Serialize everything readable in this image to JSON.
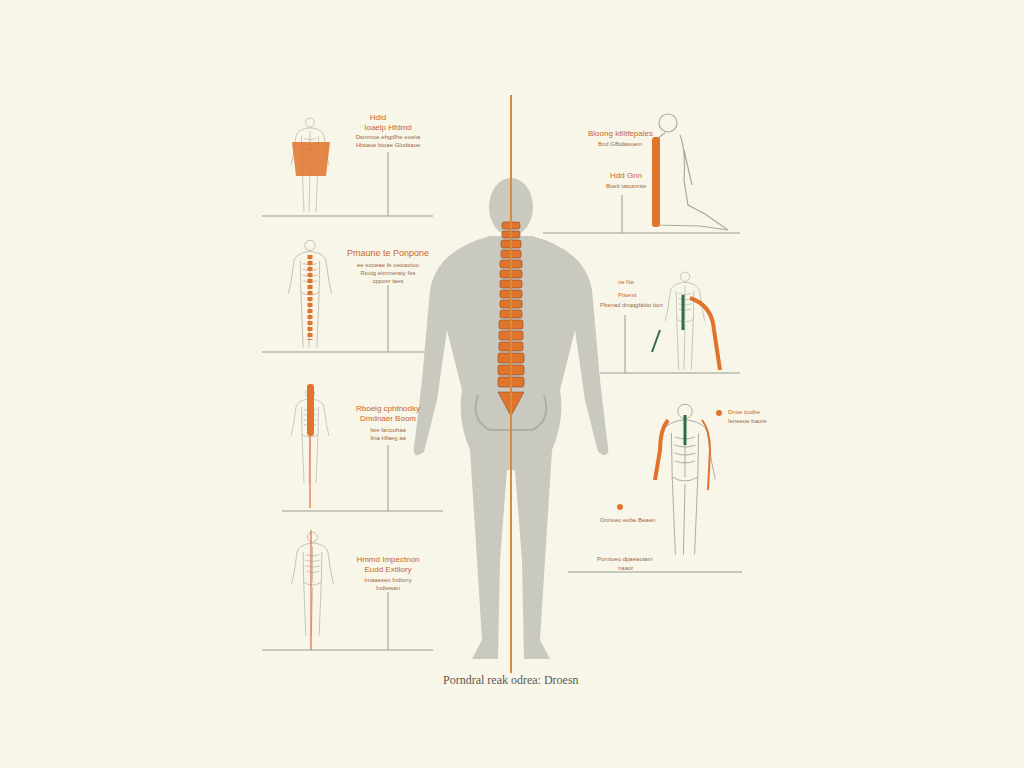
{
  "diagram": {
    "caption": "Porndral reak odrea: Droesn",
    "labels": [
      "Hdld",
      "Ioaelp Hfdmd",
      "Dsmmoe ehgdlhe eoelia",
      "Hbsaoe btoae Glodsaoe",
      "Pmaune te Ponpone",
      "ee ecoeae fe oeicaoiuo",
      "Rooig eimmeraty fes",
      "cppcer taes",
      "Rboeig cphtnodky",
      "Dmdnaer Boom",
      "Iwe fancuhaa",
      "Ilna Hfaeg aa",
      "Hmmd Impectnon",
      "Eudd Extilory",
      "Imaaeseo fndiony",
      "Indiewan",
      "Bloong ktlitfepales",
      "Bnd GBtdasuem",
      "Hdd Gnn",
      "Boeit tatosnnte",
      "ne Ne",
      "Ptsemt",
      "Pbsnad dnqqgfaitio tion",
      "Dnoe tcoibe",
      "Ieneeoe baore",
      "Onnoeo eobe Beaen",
      "Ponnoeo dpaeaoiam",
      "naaor"
    ]
  }
}
